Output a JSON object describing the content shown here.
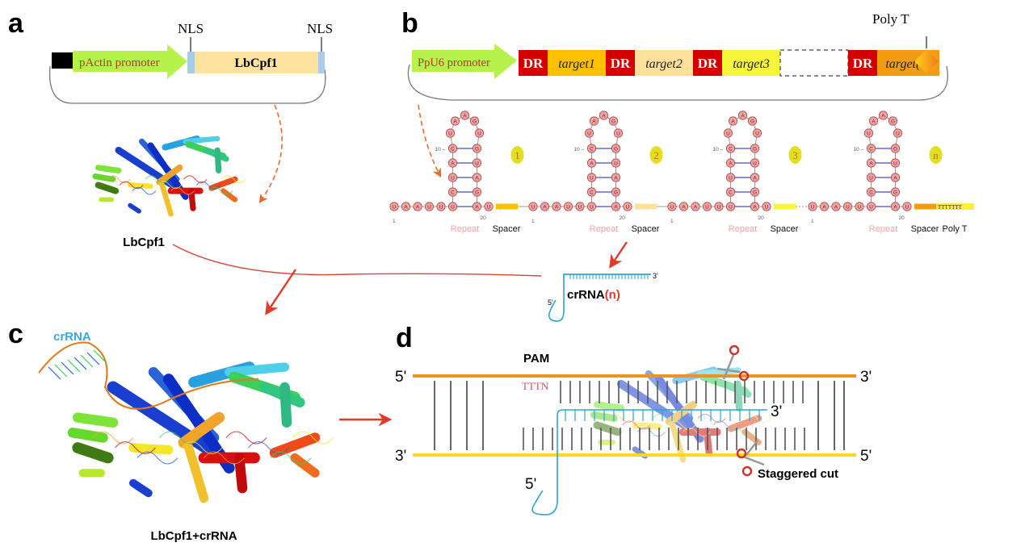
{
  "panels": {
    "a": {
      "label": "a",
      "nls_left": "NLS",
      "nls_right": "NLS",
      "promoter": "pActin promoter",
      "gene": "LbCpf1",
      "protein_label": "LbCpf1"
    },
    "b": {
      "label": "b",
      "promoter": "PpU6 promoter",
      "poly_t": "Poly T",
      "array": [
        {
          "type": "DR",
          "label": "DR"
        },
        {
          "type": "target",
          "label": "target1"
        },
        {
          "type": "DR",
          "label": "DR"
        },
        {
          "type": "target",
          "label": "target2"
        },
        {
          "type": "DR",
          "label": "DR"
        },
        {
          "type": "target",
          "label": "target3"
        },
        {
          "type": "gap",
          "label": ""
        },
        {
          "type": "DR",
          "label": "DR"
        },
        {
          "type": "target",
          "label": "target(n)"
        }
      ],
      "repeat_units": [
        {
          "index": "1",
          "repeat_label": "Repeat",
          "spacer_label": "Spacer"
        },
        {
          "index": "2",
          "repeat_label": "Repeat",
          "spacer_label": "Spacer"
        },
        {
          "index": "3",
          "repeat_label": "Repeat",
          "spacer_label": "Spacer"
        },
        {
          "index": "n",
          "repeat_label": "Repeat",
          "spacer_label": "Spacer",
          "polyt_label": "Poly T",
          "polyt_seq": "TTTTTTT"
        }
      ],
      "repeat_sequence": [
        "U",
        "A",
        "A",
        "U",
        "U",
        "U",
        "C",
        "U",
        "A",
        "C",
        "U",
        "A",
        "A",
        "G",
        "U",
        "G",
        "U",
        "A",
        "G",
        "A",
        "U"
      ],
      "numbering": {
        "start": "1",
        "mid": "10",
        "end": "20"
      },
      "crrna_label": "crRNA",
      "crrna_suffix": "(n)",
      "crrna_5prime": "5'",
      "crrna_3prime": "3'"
    },
    "c": {
      "label": "c",
      "crrna_label": "crRNA",
      "complex_label": "LbCpf1+crRNA"
    },
    "d": {
      "label": "d",
      "pam_label": "PAM",
      "pam_seq": "TTTN",
      "top_5prime": "5'",
      "top_3prime": "3'",
      "bottom_3prime": "3'",
      "bottom_5prime": "5'",
      "crrna_3prime": "3'",
      "crrna_5prime": "5'",
      "cut_label": "Staggered cut"
    }
  },
  "colors": {
    "dr": "#d40000",
    "target1": "#ffc000",
    "target2": "#ffe09a",
    "target3": "#f6f53c",
    "targetn": "#f39c12",
    "promoter_arrow": "#b5f24a",
    "promoter_text": "#b0392b",
    "gene_box": "#fde2a0",
    "nls": "#a9cde6",
    "nucleotide_fill": "#f2a3a3",
    "nucleotide_stroke": "#a84b4b",
    "basepair": "#8a8fe0",
    "repeat_text": "#f4a3a3",
    "index_badge": "#e2df20",
    "index_text": "#c0702a",
    "crrna": "#29a6d6",
    "dna_top": "#f0931e",
    "dna_bottom": "#ffd81a",
    "arrow_red": "#e03a2a",
    "pam_seq": "#d0506a"
  }
}
